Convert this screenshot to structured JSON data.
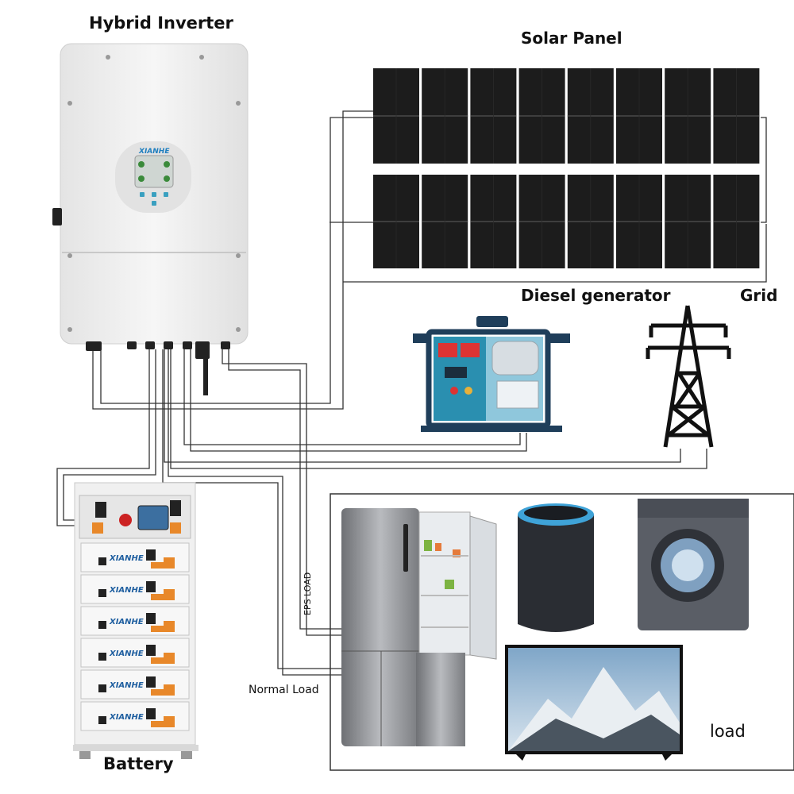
{
  "labels": {
    "hybrid_inverter": "Hybrid Inverter",
    "solar_panel": "Solar Panel",
    "diesel_generator": "Diesel generator",
    "grid": "Grid",
    "battery": "Battery",
    "load": "load",
    "normal_load": "Normal Load",
    "eps_load": "EPS LOAD"
  },
  "brand": {
    "inverter_logo": "XIANHE",
    "battery_logo": "XIANHE"
  },
  "colors": {
    "panel_cell": "#1c1c1c",
    "panel_grid": "#4a4a4a",
    "inverter_body": "#eeeeee",
    "generator_blue": "#2a8fb0",
    "battery_terminal": "#e8882a",
    "wire": "#333333"
  },
  "icons": [
    "inverter-icon",
    "solar-panel-icon",
    "generator-icon",
    "power-tower-icon",
    "battery-rack-icon",
    "refrigerator-icon",
    "speaker-icon",
    "washing-machine-icon",
    "television-icon"
  ]
}
